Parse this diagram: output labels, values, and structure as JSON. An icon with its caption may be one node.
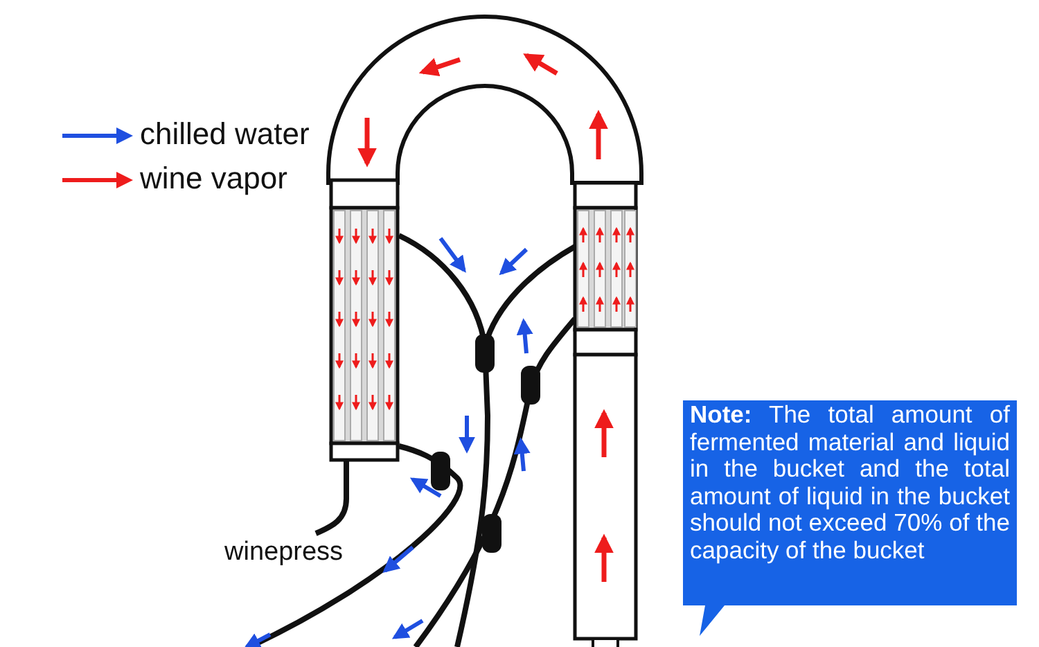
{
  "diagram": {
    "nodes": [
      {
        "text": [
          "**Note:** The total amount of fermented material and liquid in the bucket and the total amount of liquid in the bucket should not exceed 70% of the capacity of the bucket"
        ]
      }
    ],
    "labels": [
      "winepress"
    ],
    "legend": [
      {
        "text": "chilled water",
        "color": "#1f4fe0"
      },
      {
        "text": "wine vapor",
        "color": "#ee1c1c"
      }
    ]
  }
}
